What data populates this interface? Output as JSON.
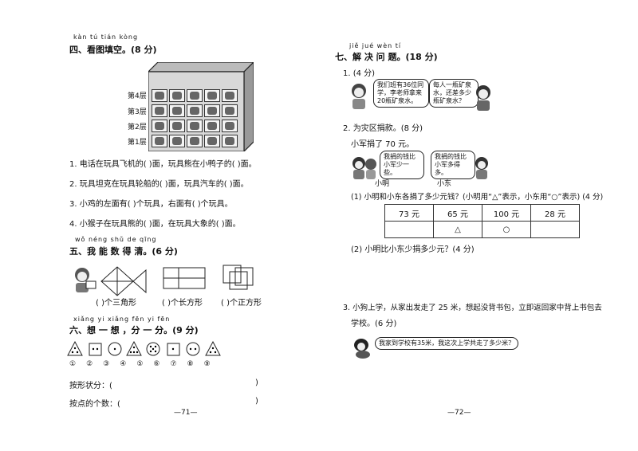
{
  "left": {
    "s4": {
      "pinyin": "kàn tú tián kòng",
      "title": "四、看图填空。(8 分)",
      "floors": [
        "第4层",
        "第3层",
        "第2层",
        "第1层"
      ],
      "q1": "1. 电话在玩具飞机的(          )面，玩具熊在小鸭子的(          )面。",
      "q2": "2. 玩具坦克在玩具轮船的(          )面，玩具汽车的(          )面。",
      "q3": "3. 小鸡的左面有(      )个玩具，右面有(      )个玩具。",
      "q4": "4. 小猴子在玩具熊的(          )面，在玩具大象的(          )面。"
    },
    "s5": {
      "pinyin": "wǒ néng shǔ de qīng",
      "title": "五、我 能 数 得 清。(6 分)",
      "l1": "(    )个三角形",
      "l2": "(    )个长方形",
      "l3": "(    )个正方形"
    },
    "s6": {
      "pinyin": "xiǎng  yi  xiǎng   fēn  yi  fēn",
      "title": "六、想 一 想 ，分 一 分。(9 分)",
      "nums": [
        "①",
        "②",
        "③",
        "④",
        "⑤",
        "⑥",
        "⑦",
        "⑧",
        "⑨"
      ],
      "shape_line": "按形状分：(",
      "dot_line": "按点的个数：(",
      "close": ")"
    },
    "page": "—71—"
  },
  "right": {
    "s7": {
      "pinyin": "jiě  jué wèn  tí",
      "title": "七、解 决 问 题。(18 分)",
      "p1": {
        "label": "1. (4 分)",
        "b1": [
          "我们班有36位同",
          "学，李老师拿来",
          "20瓶矿泉水。"
        ],
        "b2": [
          "每人一瓶矿泉",
          "水，还差多少",
          "瓶矿泉水？"
        ]
      },
      "p2": {
        "label": "2. 为灾区捐款。(8 分)",
        "line": "小军捐了 70 元。",
        "b1": [
          "我捐的钱比",
          "小军少一些。"
        ],
        "b2": [
          "我捐的钱比",
          "小军多得多。"
        ],
        "n1": "小明",
        "n2": "小东",
        "q1": "(1) 小明和小东各捐了多少元钱？(小明用“△”表示，小东用“○”表示) (4 分)",
        "prices": [
          "73 元",
          "65 元",
          "100 元",
          "28 元"
        ],
        "marks": [
          "",
          "△",
          "○",
          ""
        ],
        "q2": "(2) 小明比小东少捐多少元？(4 分)"
      },
      "p3": {
        "line1": "3. 小狗上学，从家出发走了 25 米，想起没背书包，立即返回家中背上书包去",
        "line2": "学校。(6 分)",
        "bubble": "我家到学校有35米，我这次上学共走了多少米？"
      }
    },
    "page": "—72—"
  }
}
